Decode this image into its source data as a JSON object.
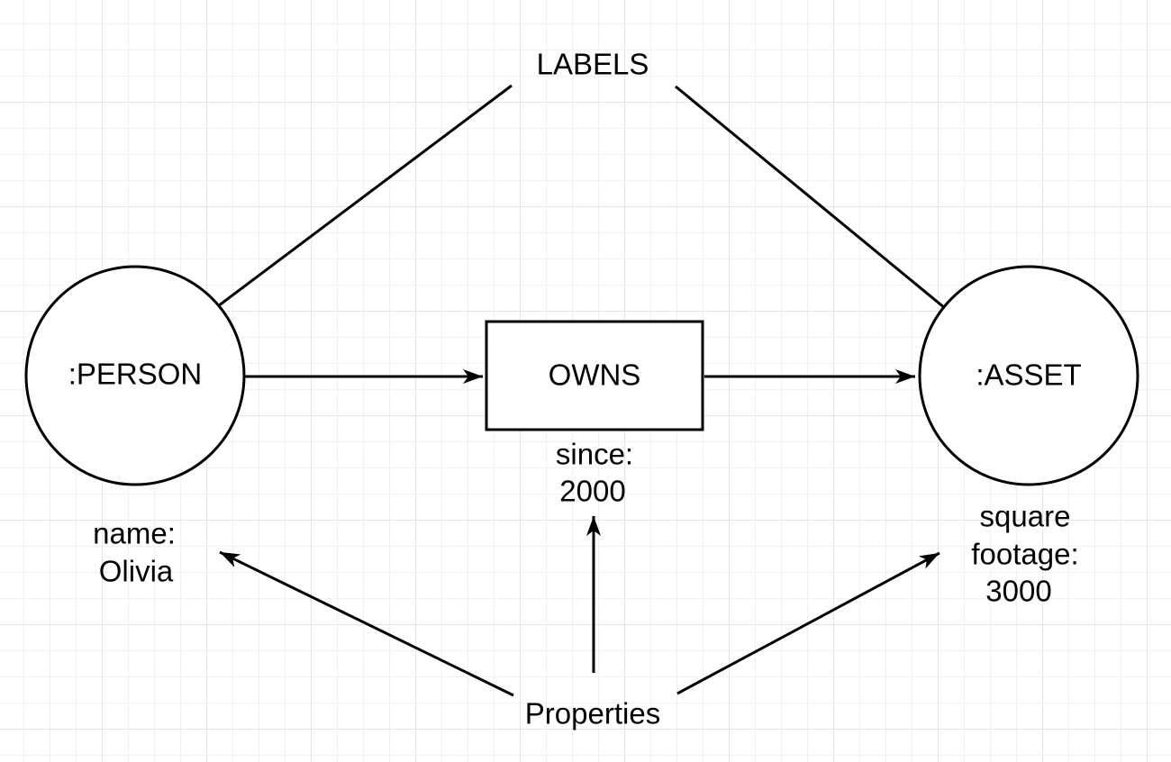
{
  "diagram": {
    "annotations": {
      "labels": {
        "text": "LABELS"
      },
      "properties": {
        "text": "Properties"
      }
    },
    "nodes": {
      "person": {
        "label": ":PERSON",
        "shape": "circle",
        "property_lines": [
          "name:",
          "Olivia"
        ]
      },
      "owns": {
        "label": "OWNS",
        "shape": "rectangle",
        "property_lines": [
          "since:",
          "2000"
        ]
      },
      "asset": {
        "label": ":ASSET",
        "shape": "circle",
        "property_lines": [
          "square",
          "footage:",
          "3000"
        ]
      }
    },
    "edges": [
      {
        "from": "person",
        "to": "owns",
        "style": "arrow"
      },
      {
        "from": "owns",
        "to": "asset",
        "style": "arrow"
      },
      {
        "from": "labels-annotation",
        "to": "person",
        "style": "arrow"
      },
      {
        "from": "labels-annotation",
        "to": "asset",
        "style": "arrow"
      },
      {
        "from": "properties-annotation",
        "to": "person-property",
        "style": "arrow"
      },
      {
        "from": "properties-annotation",
        "to": "owns-property",
        "style": "arrow"
      },
      {
        "from": "properties-annotation",
        "to": "asset-property",
        "style": "arrow"
      }
    ],
    "colors": {
      "stroke": "#000000",
      "shape_fill": "#ffffff",
      "canvas_background": "#ffffff",
      "grid_minor": "#f1f1f1",
      "grid_major": "#e5e5e5"
    }
  }
}
